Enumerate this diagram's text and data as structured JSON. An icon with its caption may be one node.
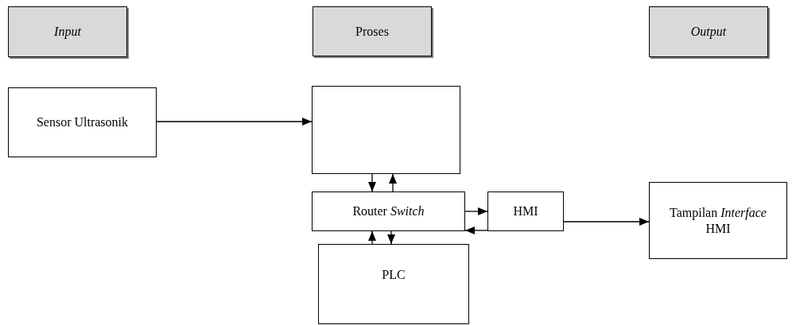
{
  "diagram": {
    "nodes": [
      {
        "text": [
          "*Input*"
        ]
      },
      {
        "text": [
          "Proses"
        ]
      },
      {
        "text": [
          "*Output*"
        ]
      },
      {
        "text": [
          "Sensor Ultrasonik"
        ]
      },
      {
        "text": [],
        "shape": "box"
      },
      {
        "text": [
          "Router *Switch*"
        ]
      },
      {
        "text": [
          "HMI"
        ]
      },
      {
        "text": [
          "Tampilan *Interface* HMI"
        ]
      },
      {
        "text": [
          "PLC"
        ]
      }
    ],
    "edges": [
      {
        "from": 3,
        "to": 4,
        "arrow": "to"
      },
      {
        "from": 4,
        "to": 5,
        "arrow": "to"
      },
      {
        "from": 5,
        "to": 4,
        "arrow": "to"
      },
      {
        "from": 5,
        "to": 6,
        "arrow": "to"
      },
      {
        "from": 6,
        "to": 5,
        "arrow": "to"
      },
      {
        "from": 6,
        "to": 7,
        "arrow": "to"
      },
      {
        "from": 8,
        "to": 5,
        "arrow": "to"
      },
      {
        "from": 5,
        "to": 8,
        "arrow": "to"
      }
    ]
  }
}
